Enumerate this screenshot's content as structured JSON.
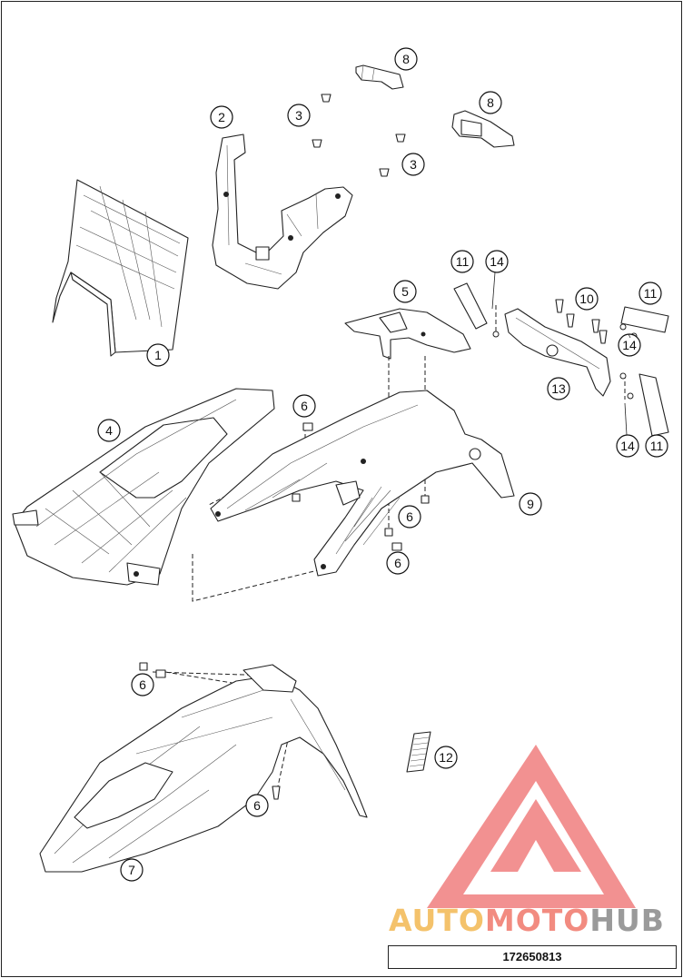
{
  "document_number": "172650813",
  "watermark": {
    "parts": [
      "AUTO",
      "MOTO",
      "HUB"
    ],
    "colors": [
      "#f4c26b",
      "#f28b80",
      "#9a9a9a"
    ],
    "logo_color": "#f07e7e"
  },
  "callouts": {
    "c8a": "8",
    "c8b": "8",
    "c2": "2",
    "c3a": "3",
    "c3b": "3",
    "c1": "1",
    "c4": "4",
    "c5": "5",
    "c6a": "6",
    "c6b": "6",
    "c6c": "6",
    "c6d": "6",
    "c6e": "6",
    "c7": "7",
    "c9": "9",
    "c10": "10",
    "c11a": "11",
    "c11b": "11",
    "c11c": "11",
    "c12": "12",
    "c13": "13",
    "c14a": "14",
    "c14b": "14",
    "c14c": "14"
  }
}
